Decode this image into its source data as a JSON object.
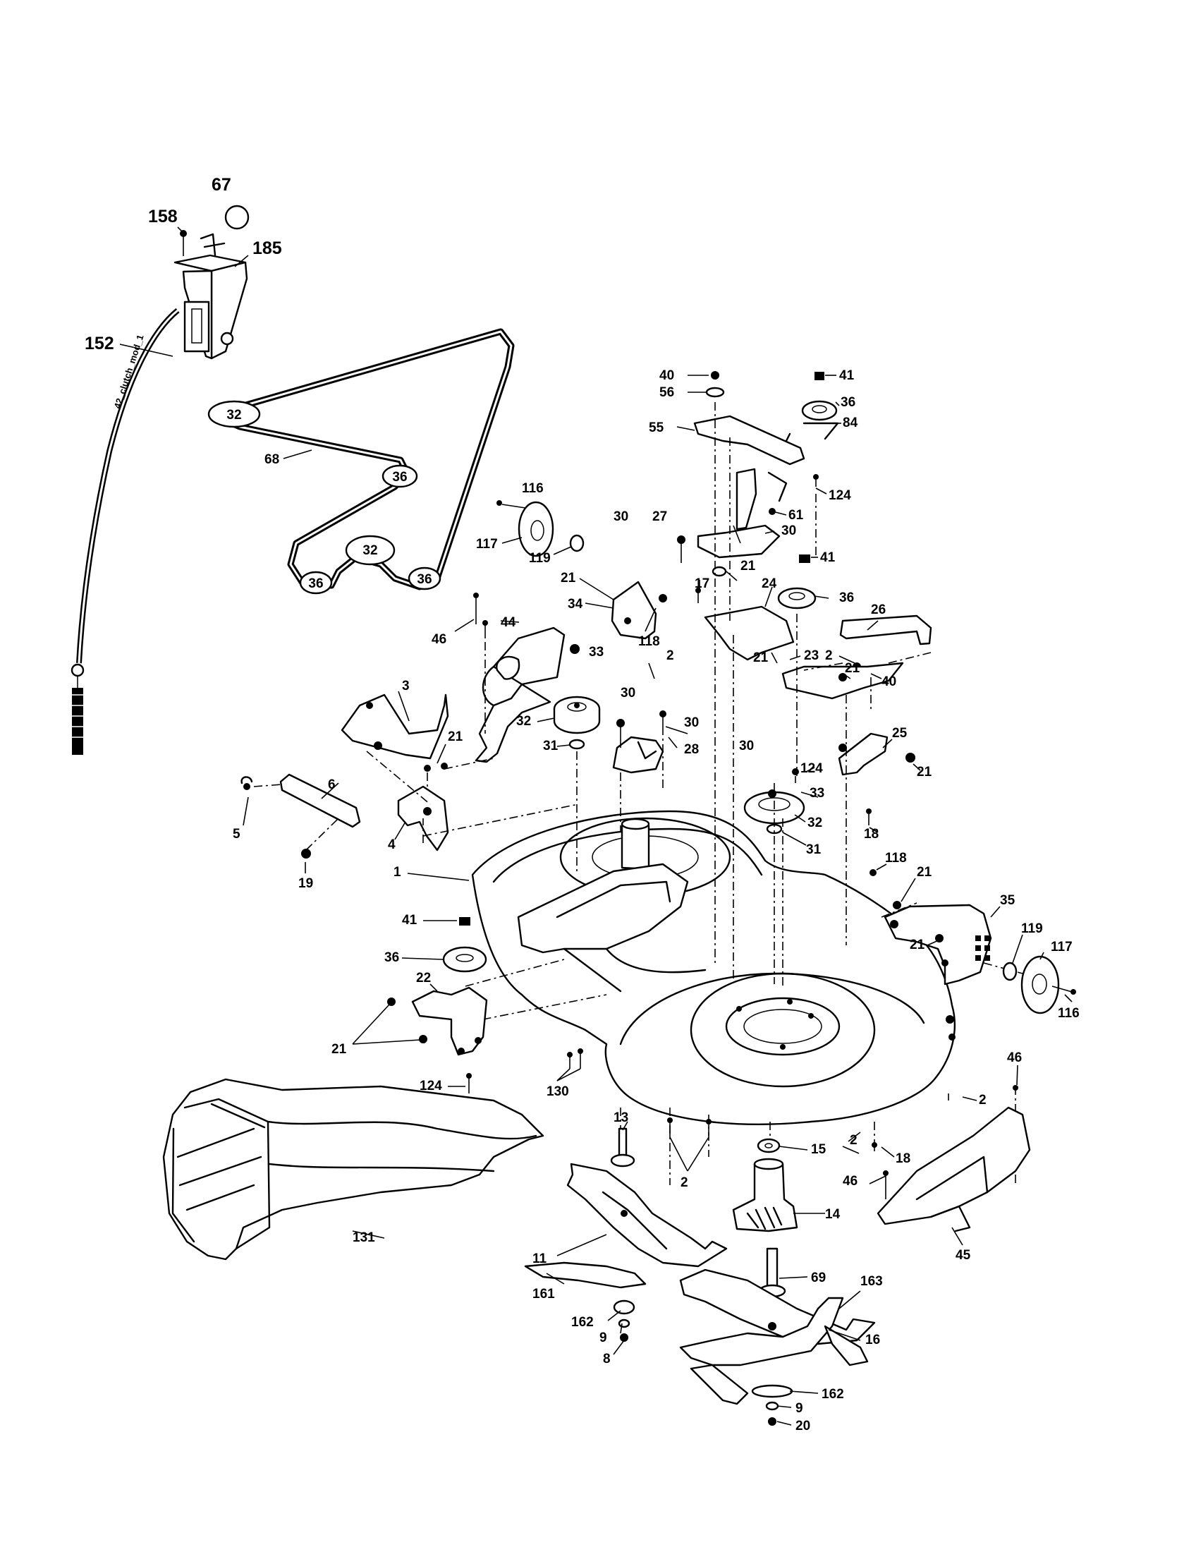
{
  "callouts": [
    {
      "id": "p67",
      "text": "67",
      "size": "lg"
    },
    {
      "id": "p158",
      "text": "158",
      "size": "lg"
    },
    {
      "id": "p185",
      "text": "185",
      "size": "lg"
    },
    {
      "id": "p152",
      "text": "152",
      "size": "lg"
    },
    {
      "id": "p68",
      "text": "68",
      "size": "sm"
    },
    {
      "id": "p116a",
      "text": "116",
      "size": "sm"
    },
    {
      "id": "p117a",
      "text": "117",
      "size": "sm"
    },
    {
      "id": "p119a",
      "text": "119",
      "size": "sm"
    },
    {
      "id": "p21a",
      "text": "21",
      "size": "sm"
    },
    {
      "id": "p34",
      "text": "34",
      "size": "sm"
    },
    {
      "id": "p118a",
      "text": "118",
      "size": "sm"
    },
    {
      "id": "p46a",
      "text": "46",
      "size": "sm"
    },
    {
      "id": "p44",
      "text": "44",
      "size": "sm"
    },
    {
      "id": "p3",
      "text": "3",
      "size": "sm"
    },
    {
      "id": "p21b",
      "text": "21",
      "size": "sm"
    },
    {
      "id": "p6",
      "text": "6",
      "size": "sm"
    },
    {
      "id": "p5",
      "text": "5",
      "size": "sm"
    },
    {
      "id": "p4",
      "text": "4",
      "size": "sm"
    },
    {
      "id": "p19",
      "text": "19",
      "size": "sm"
    },
    {
      "id": "p33a",
      "text": "33",
      "size": "sm"
    },
    {
      "id": "p32a",
      "text": "32",
      "size": "sm"
    },
    {
      "id": "p31a",
      "text": "31",
      "size": "sm"
    },
    {
      "id": "p30a",
      "text": "30",
      "size": "sm"
    },
    {
      "id": "p30b",
      "text": "30",
      "size": "sm"
    },
    {
      "id": "p28",
      "text": "28",
      "size": "sm"
    },
    {
      "id": "p2a",
      "text": "2",
      "size": "sm"
    },
    {
      "id": "p40a",
      "text": "40",
      "size": "sm"
    },
    {
      "id": "p56",
      "text": "56",
      "size": "sm"
    },
    {
      "id": "p55",
      "text": "55",
      "size": "sm"
    },
    {
      "id": "p41a",
      "text": "41",
      "size": "sm"
    },
    {
      "id": "p36a",
      "text": "36",
      "size": "sm"
    },
    {
      "id": "p84",
      "text": "84",
      "size": "sm"
    },
    {
      "id": "p124a",
      "text": "124",
      "size": "sm"
    },
    {
      "id": "p61",
      "text": "61",
      "size": "sm"
    },
    {
      "id": "p30c",
      "text": "30",
      "size": "sm"
    },
    {
      "id": "p27",
      "text": "27",
      "size": "sm"
    },
    {
      "id": "p30d",
      "text": "30",
      "size": "sm"
    },
    {
      "id": "p41b",
      "text": "41",
      "size": "sm"
    },
    {
      "id": "p17",
      "text": "17",
      "size": "sm"
    },
    {
      "id": "p21c",
      "text": "21",
      "size": "sm"
    },
    {
      "id": "p36b",
      "text": "36",
      "size": "sm"
    },
    {
      "id": "p24",
      "text": "24",
      "size": "sm"
    },
    {
      "id": "p26",
      "text": "26",
      "size": "sm"
    },
    {
      "id": "p2b",
      "text": "2",
      "size": "sm"
    },
    {
      "id": "p40b",
      "text": "40",
      "size": "sm"
    },
    {
      "id": "p21d",
      "text": "21",
      "size": "sm"
    },
    {
      "id": "p23",
      "text": "23",
      "size": "sm"
    },
    {
      "id": "p21e",
      "text": "21",
      "size": "sm"
    },
    {
      "id": "p25",
      "text": "25",
      "size": "sm"
    },
    {
      "id": "p30e",
      "text": "30",
      "size": "sm"
    },
    {
      "id": "p124b",
      "text": "124",
      "size": "sm"
    },
    {
      "id": "p21f",
      "text": "21",
      "size": "sm"
    },
    {
      "id": "p33b",
      "text": "33",
      "size": "sm"
    },
    {
      "id": "p32b",
      "text": "32",
      "size": "sm"
    },
    {
      "id": "p18a",
      "text": "18",
      "size": "sm"
    },
    {
      "id": "p31b",
      "text": "31",
      "size": "sm"
    },
    {
      "id": "p1",
      "text": "1",
      "size": "sm"
    },
    {
      "id": "p118b",
      "text": "118",
      "size": "sm"
    },
    {
      "id": "p21g",
      "text": "21",
      "size": "sm"
    },
    {
      "id": "p35",
      "text": "35",
      "size": "sm"
    },
    {
      "id": "p21h",
      "text": "21",
      "size": "sm"
    },
    {
      "id": "p119b",
      "text": "119",
      "size": "sm"
    },
    {
      "id": "p117b",
      "text": "117",
      "size": "sm"
    },
    {
      "id": "p116b",
      "text": "116",
      "size": "sm"
    },
    {
      "id": "p41c",
      "text": "41",
      "size": "sm"
    },
    {
      "id": "p36c",
      "text": "36",
      "size": "sm"
    },
    {
      "id": "p22",
      "text": "22",
      "size": "sm"
    },
    {
      "id": "p21i",
      "text": "21",
      "size": "sm"
    },
    {
      "id": "p124c",
      "text": "124",
      "size": "sm"
    },
    {
      "id": "p130",
      "text": "130",
      "size": "sm"
    },
    {
      "id": "p46b",
      "text": "46",
      "size": "sm"
    },
    {
      "id": "p2c",
      "text": "2",
      "size": "sm"
    },
    {
      "id": "p18b",
      "text": "18",
      "size": "sm"
    },
    {
      "id": "p2d",
      "text": "2",
      "size": "sm"
    },
    {
      "id": "p13",
      "text": "13",
      "size": "sm"
    },
    {
      "id": "p15",
      "text": "15",
      "size": "sm"
    },
    {
      "id": "p2e",
      "text": "2",
      "size": "sm"
    },
    {
      "id": "p46c",
      "text": "46",
      "size": "sm"
    },
    {
      "id": "p14",
      "text": "14",
      "size": "sm"
    },
    {
      "id": "p45",
      "text": "45",
      "size": "sm"
    },
    {
      "id": "p131",
      "text": "131",
      "size": "sm"
    },
    {
      "id": "p11",
      "text": "11",
      "size": "sm"
    },
    {
      "id": "p161",
      "text": "161",
      "size": "sm"
    },
    {
      "id": "p162a",
      "text": "162",
      "size": "sm"
    },
    {
      "id": "p9a",
      "text": "9",
      "size": "sm"
    },
    {
      "id": "p8",
      "text": "8",
      "size": "sm"
    },
    {
      "id": "p69",
      "text": "69",
      "size": "sm"
    },
    {
      "id": "p163",
      "text": "163",
      "size": "sm"
    },
    {
      "id": "p16",
      "text": "16",
      "size": "sm"
    },
    {
      "id": "p162b",
      "text": "162",
      "size": "sm"
    },
    {
      "id": "p9b",
      "text": "9",
      "size": "sm"
    },
    {
      "id": "p20",
      "text": "20",
      "size": "sm"
    }
  ],
  "belt_pulley_marks": [
    "32",
    "36",
    "32",
    "36",
    "36"
  ],
  "cable_tag": "42_clutch_mod_1"
}
